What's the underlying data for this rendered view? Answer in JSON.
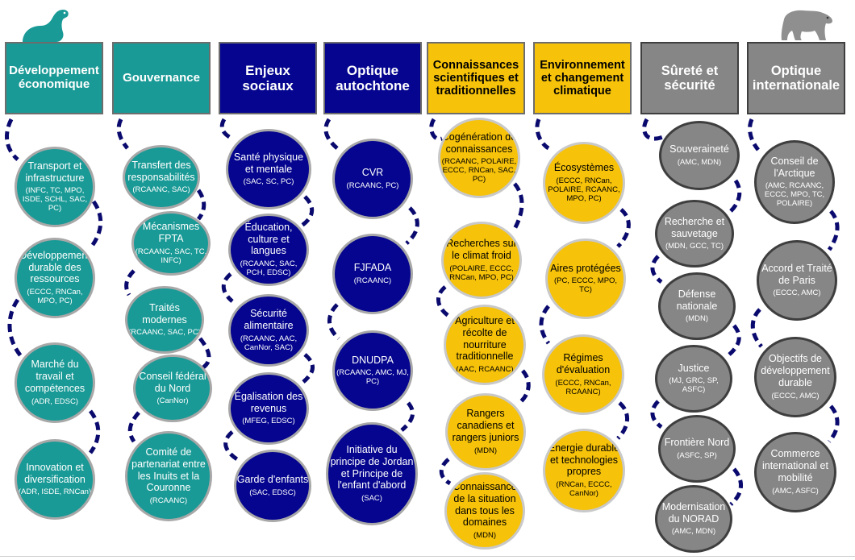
{
  "columns": [
    {
      "id": "dev-eco",
      "title": "Développement économique",
      "color": "teal",
      "nodes": [
        {
          "title": "Transport et infrastructure",
          "sub": "(INFC, TC, MPO, ISDE, SCHL, SAC, PC)"
        },
        {
          "title": "Développement durable des ressources",
          "sub": "(ECCC, RNCan, MPO, PC)"
        },
        {
          "title": "Marché du travail et compétences",
          "sub": "(ADR, EDSC)"
        },
        {
          "title": "Innovation et diversification",
          "sub": "(ADR, ISDE, RNCan)"
        }
      ]
    },
    {
      "id": "gouvernance",
      "title": "Gouvernance",
      "color": "teal",
      "nodes": [
        {
          "title": "Transfert des responsabilités",
          "sub": "(RCAANC, SAC)"
        },
        {
          "title": "Mécanismes FPTA",
          "sub": "(RCAANC, SAC, TC, INFC)"
        },
        {
          "title": "Traités modernes",
          "sub": "(RCAANC, SAC, PC)"
        },
        {
          "title": "Conseil fédéral du Nord",
          "sub": "(CanNor)"
        },
        {
          "title": "Comité de partenariat entre les Inuits et la Couronne",
          "sub": "(RCAANC)"
        }
      ]
    },
    {
      "id": "enjeux",
      "title": "Enjeux sociaux",
      "color": "navy",
      "nodes": [
        {
          "title": "Santé physique et mentale",
          "sub": "(SAC, SC, PC)"
        },
        {
          "title": "Éducation, culture et langues",
          "sub": "(RCAANC, SAC, PCH, EDSC)"
        },
        {
          "title": "Sécurité alimentaire",
          "sub": "(RCAANC, AAC, CanNor, SAC)"
        },
        {
          "title": "Égalisation des revenus",
          "sub": "(MFEG, EDSC)"
        },
        {
          "title": "Garde d'enfants",
          "sub": "(SAC, EDSC)"
        }
      ]
    },
    {
      "id": "optique-auto",
      "title": "Optique autochtone",
      "color": "navy",
      "nodes": [
        {
          "title": "CVR",
          "sub": "(RCAANC, PC)"
        },
        {
          "title": "FJFADA",
          "sub": "(RCAANC)"
        },
        {
          "title": "DNUDPA",
          "sub": "(RCAANC, AMC, MJ, PC)"
        },
        {
          "title": "Initiative du principe de Jordan et Principe de l'enfant d'abord",
          "sub": "(SAC)"
        }
      ]
    },
    {
      "id": "connaissances",
      "title": "Connaissances scientifiques et traditionnelles",
      "color": "gold",
      "nodes": [
        {
          "title": "Cogénération de connaissances",
          "sub": "(RCAANC, POLAIRE, ECCC, RNCan, SAC, PC)"
        },
        {
          "title": "Recherches sur le climat froid",
          "sub": "(POLAIRE, ECCC, RNCan, MPO, PC)"
        },
        {
          "title": "Agriculture et récolte de nourriture traditionnelle",
          "sub": "(AAC, RCAANC)"
        },
        {
          "title": "Rangers canadiens et rangers juniors",
          "sub": "(MDN)"
        },
        {
          "title": "Connaissance de la situation dans tous les domaines",
          "sub": "(MDN)"
        }
      ]
    },
    {
      "id": "environnement",
      "title": "Environnement et changement climatique",
      "color": "gold",
      "nodes": [
        {
          "title": "Écosystèmes",
          "sub": "(ECCC, RNCan, POLAIRE, RCAANC, MPO, PC)"
        },
        {
          "title": "Aires protégées",
          "sub": "(PC, ECCC, MPO, TC)"
        },
        {
          "title": "Régimes d'évaluation",
          "sub": "(ECCC, RNCan, RCAANC)"
        },
        {
          "title": "Énergie durable et technologies propres",
          "sub": "(RNCan, ECCC, CanNor)"
        }
      ]
    },
    {
      "id": "surete",
      "title": "Sûreté et sécurité",
      "color": "grey",
      "nodes": [
        {
          "title": "Souveraineté",
          "sub": "(AMC, MDN)"
        },
        {
          "title": "Recherche et sauvetage",
          "sub": "(MDN, GCC, TC)"
        },
        {
          "title": "Défense nationale",
          "sub": "(MDN)"
        },
        {
          "title": "Justice",
          "sub": "(MJ, GRC, SP, ASFC)"
        },
        {
          "title": "Frontière Nord",
          "sub": "(ASFC, SP)"
        },
        {
          "title": "Modernisation du NORAD",
          "sub": "(AMC, MDN)"
        }
      ]
    },
    {
      "id": "optique-int",
      "title": "Optique internationale",
      "color": "grey",
      "nodes": [
        {
          "title": "Conseil de l'Arctique",
          "sub": "(AMC, RCAANC, ECCC, MPO, TC, POLAIRE)"
        },
        {
          "title": "Accord et Traité de Paris",
          "sub": "(ECCC, AMC)"
        },
        {
          "title": "Objectifs de développement durable",
          "sub": "(ECCC, AMC)"
        },
        {
          "title": "Commerce international et mobilité",
          "sub": "(AMC, ASFC)"
        }
      ]
    }
  ],
  "colors": {
    "teal": "#1a9a96",
    "navy": "#05058f",
    "gold": "#f6c20a",
    "grey": "#868686",
    "connector": "#0a0a6e"
  },
  "icons": [
    "bird-mascot-icon",
    "polar-bear-icon"
  ]
}
